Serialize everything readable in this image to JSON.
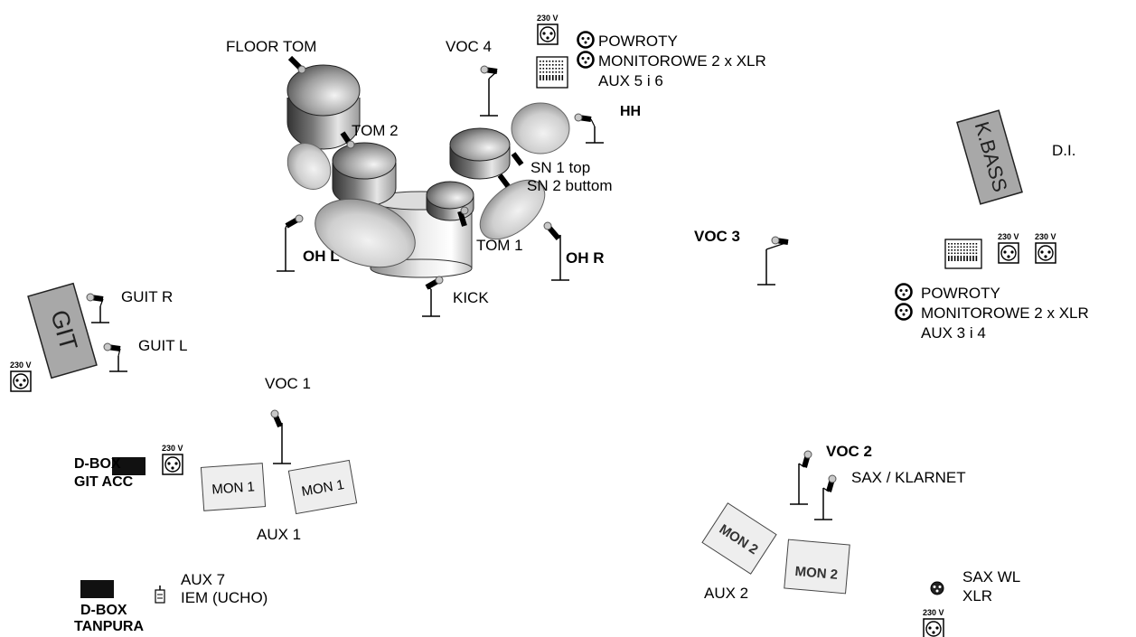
{
  "drums": {
    "floor_tom": "FLOOR TOM",
    "tom2": "TOM 2",
    "tom1": "TOM 1",
    "kick": "KICK",
    "oh_l": "OH L",
    "oh_r": "OH R",
    "hh": "HH",
    "sn1": "SN 1 top",
    "sn2": "SN 2 buttom"
  },
  "vocals": {
    "voc1": "VOC 1",
    "voc2": "VOC 2",
    "voc3": "VOC 3",
    "voc4": "VOC 4",
    "sax": "SAX / KLARNET",
    "sax_wl": "SAX WL",
    "xlr": "XLR"
  },
  "guitar": {
    "amp": "GIT",
    "guit_r": "GUIT R",
    "guit_l": "GUIT L",
    "dbox": "D-BOX",
    "git_acc": "GIT ACC"
  },
  "bass": {
    "amp": "K.BASS",
    "di": "D.I."
  },
  "monitors": {
    "mon1": "MON 1",
    "mon2": "MON 2",
    "aux1": "AUX 1",
    "aux2": "AUX 2",
    "aux7": "AUX 7",
    "iem": "IEM (UCHO)",
    "dbox2": "D-BOX",
    "tanpura": "TANPURA"
  },
  "returns_top": {
    "line1": "POWROTY",
    "line2": "MONITOROWE 2 x XLR",
    "line3": "AUX 5 i 6"
  },
  "returns_right": {
    "line1": "POWROTY",
    "line2": "MONITOROWE 2 x XLR",
    "line3": "AUX 3 i 4"
  },
  "power": {
    "label": "230 V"
  }
}
